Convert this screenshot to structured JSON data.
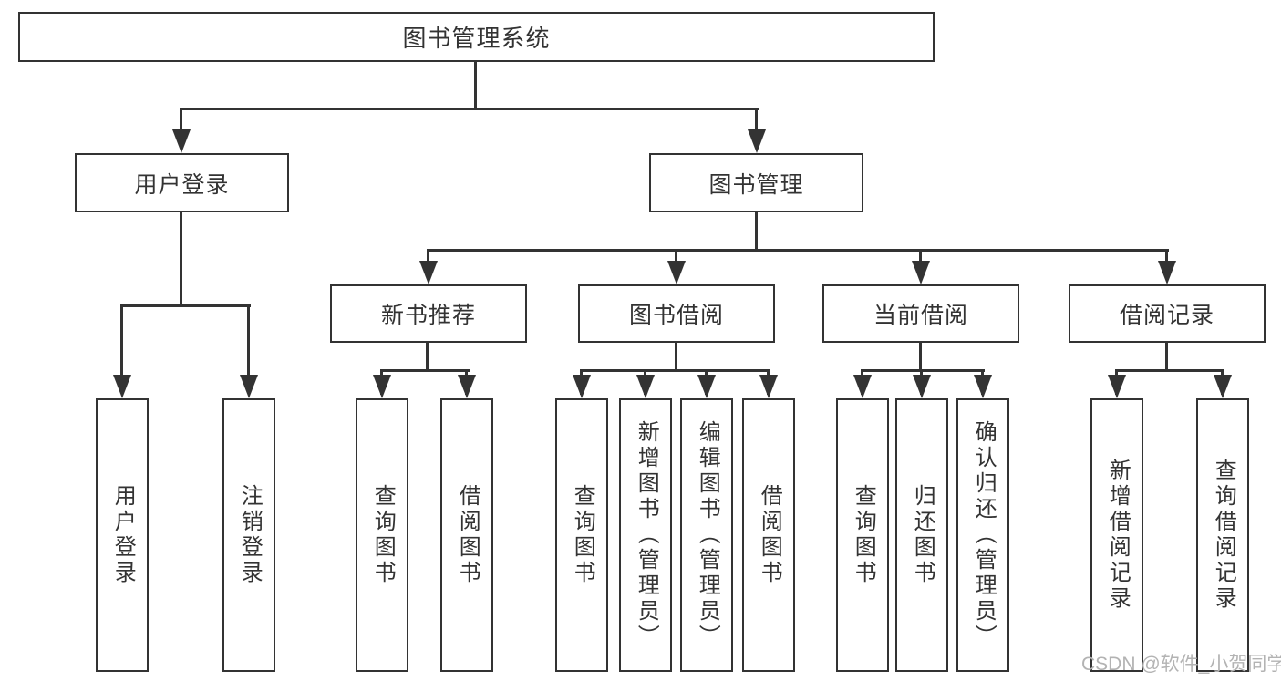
{
  "title": "图书管理系统",
  "branches": {
    "user_login": {
      "label": "用户登录",
      "children": [
        "用户登录",
        "注销登录"
      ]
    },
    "book_management": {
      "label": "图书管理",
      "sections": [
        {
          "label": "新书推荐",
          "children": [
            "查询图书",
            "借阅图书"
          ]
        },
        {
          "label": "图书借阅",
          "children": [
            "查询图书",
            "新增图书（管理员）",
            "编辑图书（管理员）",
            "借阅图书"
          ]
        },
        {
          "label": "当前借阅",
          "children": [
            "查询图书",
            "归还图书",
            "确认归还（管理员）"
          ]
        },
        {
          "label": "借阅记录",
          "children": [
            "新增借阅记录",
            "查询借阅记录"
          ]
        }
      ]
    }
  },
  "watermark": "CSDN @软件_小贺同学",
  "colors": {
    "line": "#333333",
    "text": "#333333",
    "watermark": "#b3b3b3",
    "background": "#ffffff"
  }
}
